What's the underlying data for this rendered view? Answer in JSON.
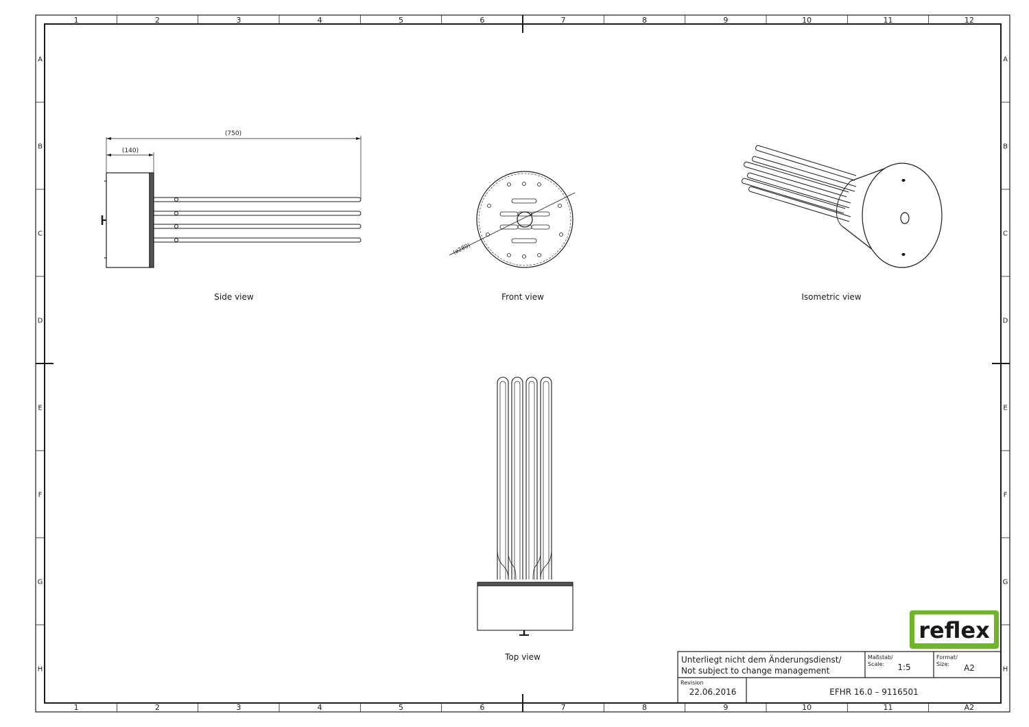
{
  "border": {
    "columns": [
      "1",
      "2",
      "3",
      "4",
      "5",
      "6",
      "7",
      "8",
      "9",
      "10",
      "11",
      "12"
    ],
    "bottom_columns": [
      "1",
      "2",
      "3",
      "4",
      "5",
      "6",
      "7",
      "8",
      "9",
      "10",
      "11",
      "A2"
    ],
    "rows": [
      "A",
      "B",
      "C",
      "D",
      "E",
      "F",
      "G",
      "H"
    ]
  },
  "views": {
    "side": {
      "label": "Side view",
      "dim_overall": "(750)",
      "dim_flange": "(140)"
    },
    "front": {
      "label": "Front view",
      "dim_diameter": "(ø280)"
    },
    "isometric": {
      "label": "Isometric view"
    },
    "top": {
      "label": "Top view"
    }
  },
  "title_block": {
    "logo_text": "reflex",
    "logo_color": "#6fb52c",
    "note_line1": "Unterliegt nicht dem Änderungsdienst/",
    "note_line2": "Not subject to change management",
    "scale_label_de": "Maßstab/",
    "scale_label_en": "Scale:",
    "scale_value": "1:5",
    "format_label_de": "Format/",
    "format_label_en": "Size:",
    "format_value": "A2",
    "revision_label": "Revision",
    "revision_date": "22.06.2016",
    "drawing_title": "EFHR 16.0 – 9116501"
  }
}
